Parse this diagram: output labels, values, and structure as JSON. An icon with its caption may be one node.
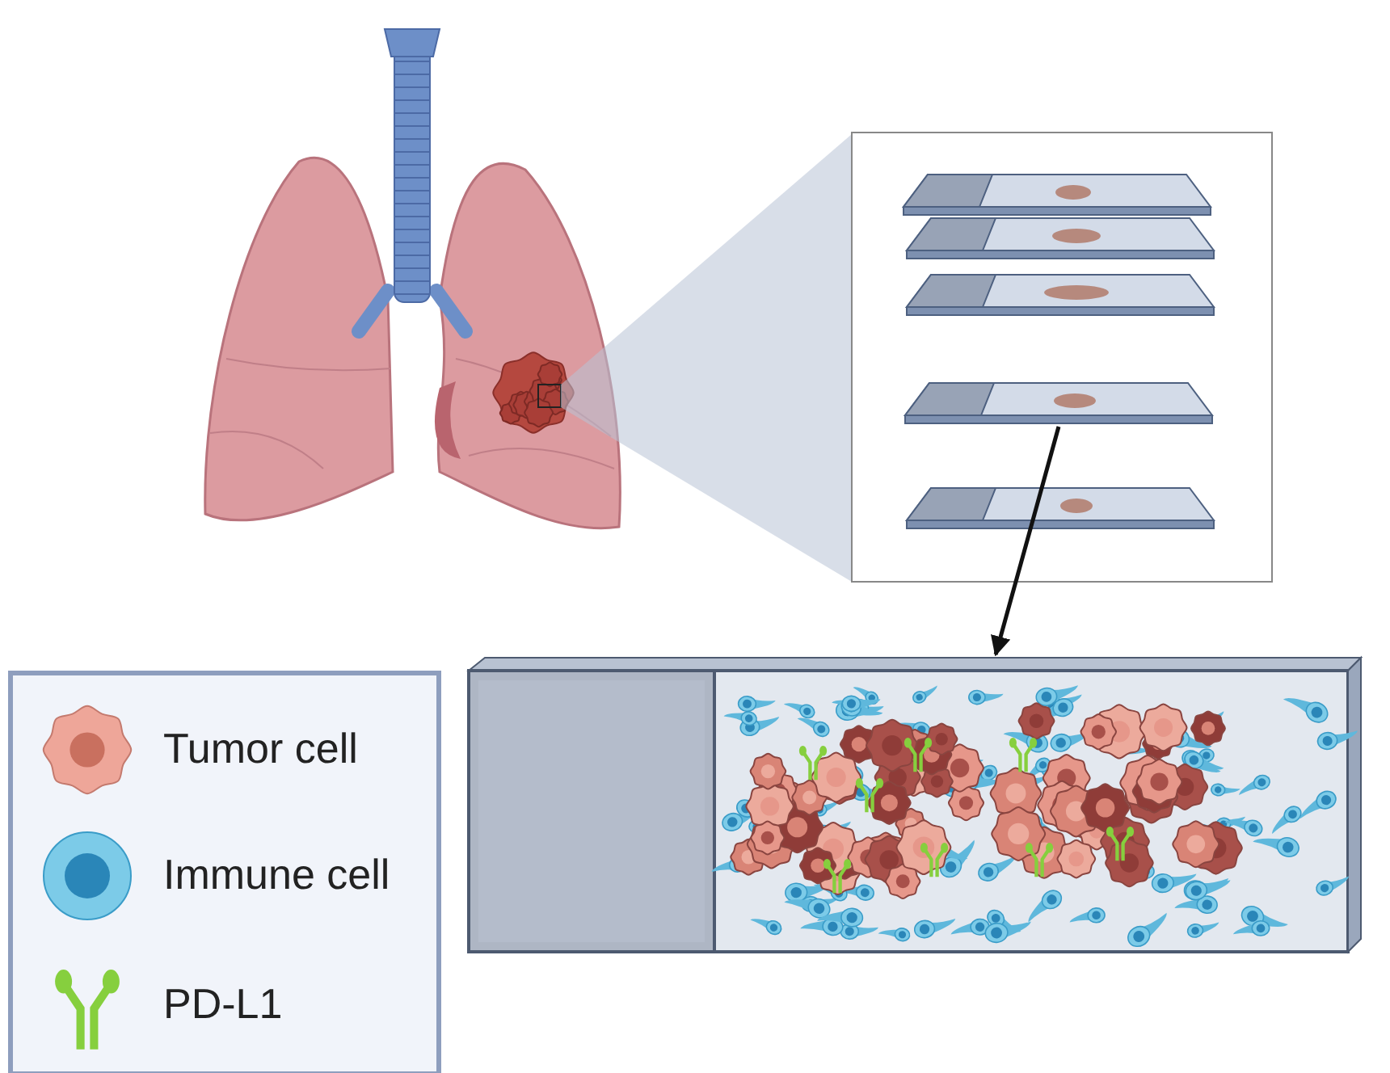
{
  "diagram": {
    "nodes": [
      {
        "text": [],
        "shape": "picture"
      },
      {
        "text": [],
        "shape": "picture"
      }
    ],
    "edges": [
      {
        "from": 0,
        "to": 1,
        "arrow": "to"
      }
    ],
    "legend": [
      {
        "text": "Tumor cell"
      },
      {
        "text": "Immune cell"
      },
      {
        "text": "PD-L1"
      }
    ]
  }
}
